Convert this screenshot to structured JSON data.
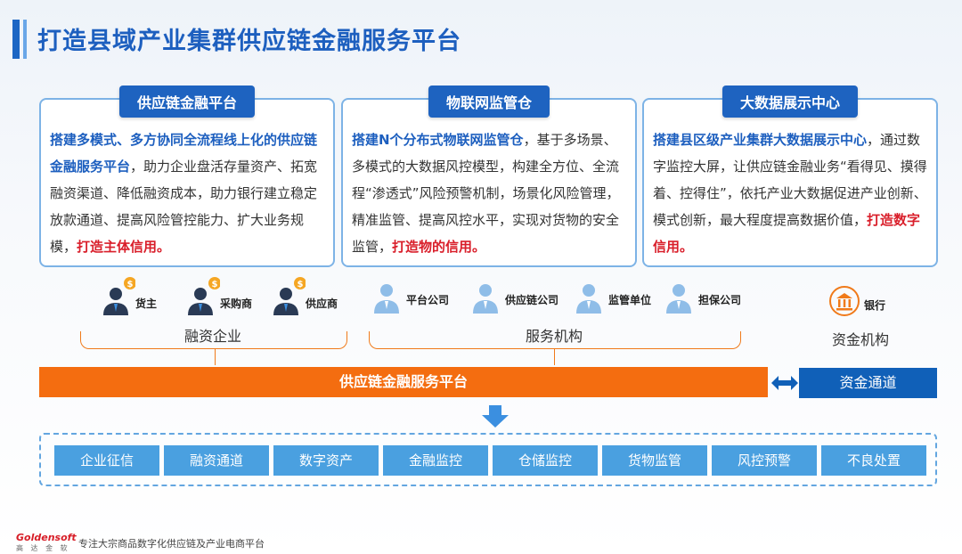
{
  "page": {
    "title": "打造县域产业集群供应链金融服务平台"
  },
  "cards": [
    {
      "head": "供应链金融平台",
      "parts": [
        {
          "text": "搭建多模式、多方协同全流程线上化的供应链金融服务平台",
          "style": "blue"
        },
        {
          "text": "，助力企业盘活存量资产、拓宽融资渠道、降低融资成本，助力银行建立稳定放款通道、提高风险管控能力、扩大业务规模，",
          "style": "plain"
        },
        {
          "text": "打造主体信用。",
          "style": "red"
        }
      ]
    },
    {
      "head": "物联网监管仓",
      "parts": [
        {
          "text": "搭建N个分布式物联网监管仓",
          "style": "blue"
        },
        {
          "text": "，基于多场景、多模式的大数据风控模型，构建全方位、全流程“渗透式”风险预警机制，场景化风险管理，精准监管、提高风控水平，实现对货物的安全监管，",
          "style": "plain"
        },
        {
          "text": "打造物的信用。",
          "style": "red"
        }
      ]
    },
    {
      "head": "大数据展示中心",
      "parts": [
        {
          "text": "搭建县区级产业集群大数据展示中心",
          "style": "blue"
        },
        {
          "text": "，通过数字监控大屏，让供应链金融业务“看得见、摸得着、控得住”，依托产业大数据促进产业创新、模式创新，最大程度提高数据价值，",
          "style": "plain"
        },
        {
          "text": "打造数字信用。",
          "style": "red"
        }
      ]
    }
  ],
  "participants": {
    "financing": {
      "label": "融资企业",
      "items": [
        "货主",
        "采购商",
        "供应商"
      ]
    },
    "service": {
      "label": "服务机构",
      "items": [
        "平台公司",
        "供应链公司",
        "监管单位",
        "担保公司"
      ]
    },
    "capital": {
      "label": "资金机构",
      "items": [
        "银行"
      ]
    }
  },
  "platform_bar": "供应链金融服务平台",
  "capital_channel": "资金通道",
  "modules": [
    "企业征信",
    "融资通道",
    "数字资产",
    "金融监控",
    "仓储监控",
    "货物监管",
    "风控预警",
    "不良处置"
  ],
  "footer": {
    "brand": "Goldensoft",
    "brand_sub": "高 达 金 软",
    "slogan": "专注大宗商品数字化供应链及产业电商平台"
  },
  "colors": {
    "primary": "#1e63c0",
    "accent": "#f46d10",
    "highlight_red": "#d91e2a",
    "module_blue": "#4aa0e0"
  },
  "icons": {
    "participant": "person-icon",
    "investor": "dollar-coin-icon",
    "bank": "bank-icon",
    "bidirectional": "double-arrow-icon",
    "down": "down-arrow-icon"
  }
}
